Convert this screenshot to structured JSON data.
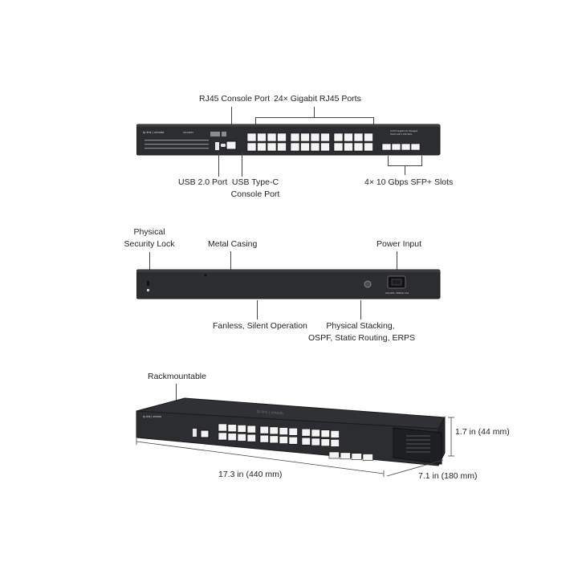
{
  "front": {
    "callouts": {
      "rj45_console": "RJ45 Console Port",
      "gigabit_ports": "24× Gigabit RJ45 Ports",
      "usb2": "USB 2.0 Port",
      "usbc_line1": "USB Type-C",
      "usbc_line2": "Console Port",
      "sfp": "4× 10 Gbps SFP+ Slots"
    }
  },
  "rear": {
    "callouts": {
      "lock_line1": "Physical",
      "lock_line2": "Security Lock",
      "casing": "Metal Casing",
      "power": "Power Input",
      "fanless": "Fanless, Silent Operation",
      "stack_line1": "Physical Stacking,",
      "stack_line2": "OSPF, Static Routing, ERPS"
    }
  },
  "perspective": {
    "callouts": {
      "rack": "Rackmountable",
      "height": "1.7 in (44 mm)",
      "width": "17.3 in (440 mm)",
      "depth": "7.1 in (180 mm)"
    }
  },
  "colors": {
    "chassis": "#2b2d30",
    "chassis_edge": "#1a1b1d",
    "port": "#f4f4f4",
    "line": "#444444"
  }
}
